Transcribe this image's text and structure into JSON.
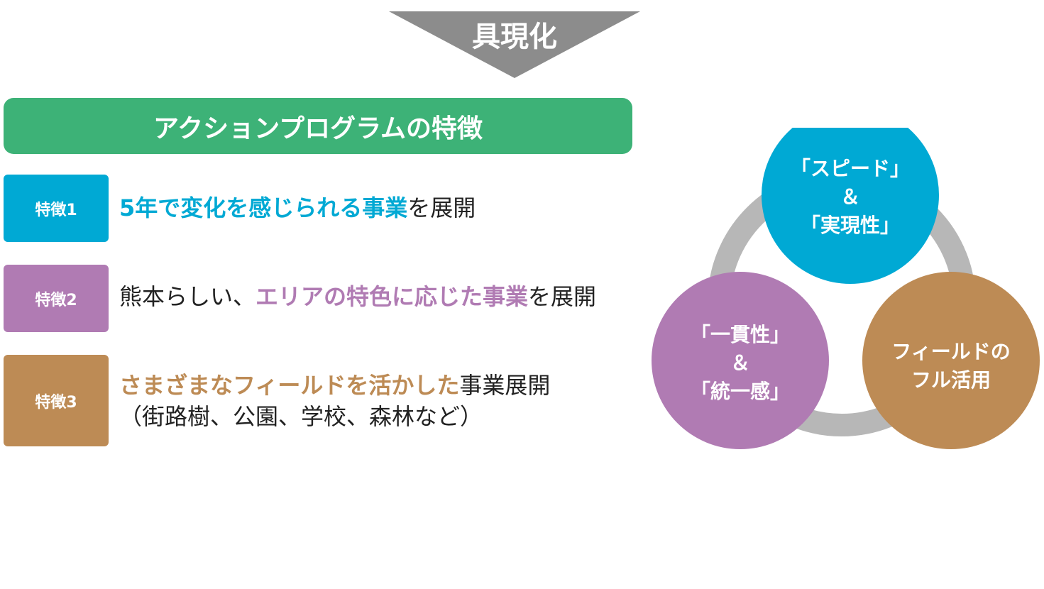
{
  "arrow": {
    "label": "具現化",
    "color": "#8c8c8c"
  },
  "header": {
    "title": "アクションプログラムの特徴",
    "color": "#3db277"
  },
  "features": [
    {
      "badge": "特徴1",
      "color": "#00a9d4",
      "highlight": "5年で変化を感じられる事業",
      "suffix": "を展開"
    },
    {
      "badge": "特徴2",
      "color": "#b07bb3",
      "prefix": "熊本らしい、",
      "highlight": "エリアの特色に応じた事業",
      "suffix": "を展開"
    },
    {
      "badge": "特徴3",
      "color": "#bd8b55",
      "highlight": "さまざまなフィールドを活かした",
      "suffix": "事業展開",
      "line2": "（街路樹、公園、学校、森林など）"
    }
  ],
  "diagram": {
    "ring_color": "#b7b7b7",
    "circles": [
      {
        "line1": "「スピード」",
        "line2": "＆",
        "line3": "「実現性」",
        "color": "#00a9d4"
      },
      {
        "line1": "「一貫性」",
        "line2": "＆",
        "line3": "「統一感」",
        "color": "#b07bb3"
      },
      {
        "line1": "フィールドの",
        "line2": "フル活用",
        "color": "#bd8b55"
      }
    ]
  }
}
